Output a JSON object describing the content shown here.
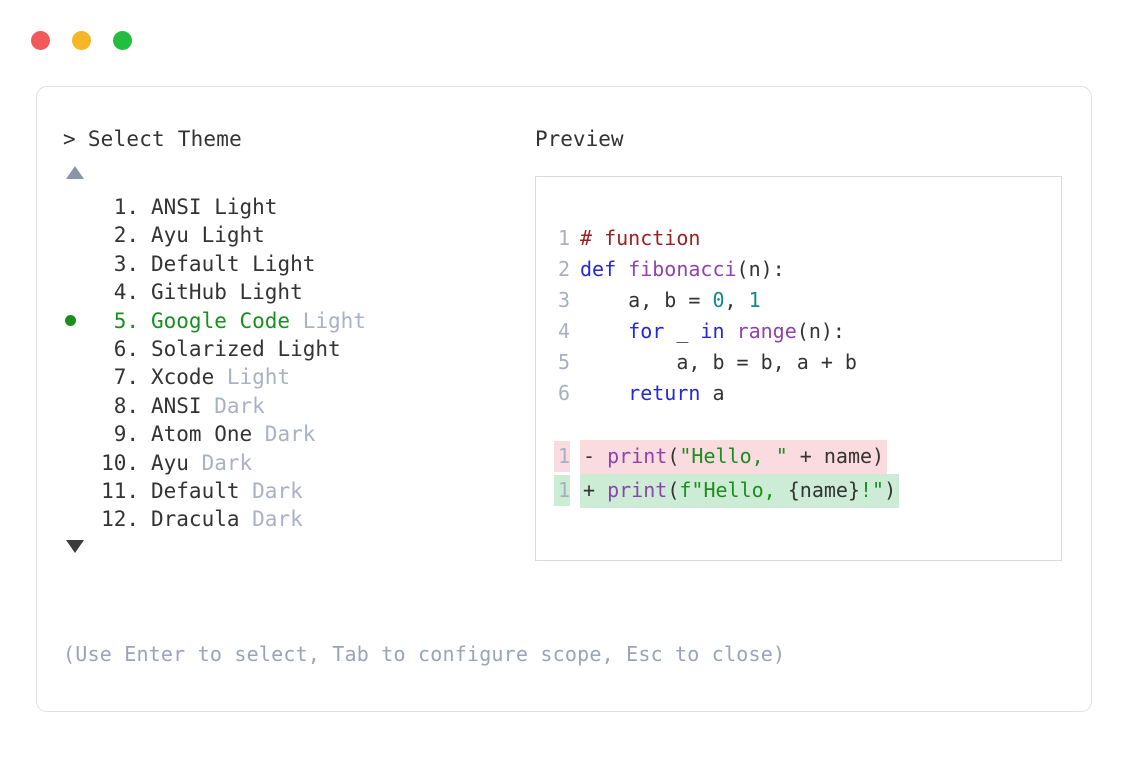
{
  "window": {
    "traffic_lights": [
      {
        "name": "close",
        "color": "#f2595b"
      },
      {
        "name": "minimize",
        "color": "#f6b724"
      },
      {
        "name": "maximize",
        "color": "#22bf3f"
      }
    ]
  },
  "selector": {
    "caret": ">",
    "title": "Select Theme",
    "scroll_up": "▲",
    "scroll_down": "▼",
    "selected_index": 5,
    "items": [
      {
        "number": "1.",
        "name": "ANSI",
        "variant": "Light",
        "variant_muted": false,
        "selected": false
      },
      {
        "number": "2.",
        "name": "Ayu",
        "variant": "Light",
        "variant_muted": false,
        "selected": false
      },
      {
        "number": "3.",
        "name": "Default",
        "variant": "Light",
        "variant_muted": false,
        "selected": false
      },
      {
        "number": "4.",
        "name": "GitHub",
        "variant": "Light",
        "variant_muted": false,
        "selected": false
      },
      {
        "number": "5.",
        "name": "Google Code",
        "variant": "Light",
        "variant_muted": true,
        "selected": true
      },
      {
        "number": "6.",
        "name": "Solarized",
        "variant": "Light",
        "variant_muted": false,
        "selected": false
      },
      {
        "number": "7.",
        "name": "Xcode",
        "variant": "Light",
        "variant_muted": true,
        "selected": false
      },
      {
        "number": "8.",
        "name": "ANSI",
        "variant": "Dark",
        "variant_muted": true,
        "selected": false
      },
      {
        "number": "9.",
        "name": "Atom One",
        "variant": "Dark",
        "variant_muted": true,
        "selected": false
      },
      {
        "number": "10.",
        "name": "Ayu",
        "variant": "Dark",
        "variant_muted": true,
        "selected": false
      },
      {
        "number": "11.",
        "name": "Default",
        "variant": "Dark",
        "variant_muted": true,
        "selected": false
      },
      {
        "number": "12.",
        "name": "Dracula",
        "variant": "Dark",
        "variant_muted": true,
        "selected": false
      }
    ],
    "hint": "(Use Enter to select, Tab to configure scope, Esc to close)"
  },
  "preview": {
    "label": "Preview",
    "code_lines": [
      {
        "ln": "1",
        "tokens": [
          {
            "t": "# function",
            "c": "cmt"
          }
        ]
      },
      {
        "ln": "2",
        "tokens": [
          {
            "t": "def ",
            "c": "kw"
          },
          {
            "t": "fibonacci",
            "c": "fn"
          },
          {
            "t": "(n):",
            "c": "plain"
          }
        ]
      },
      {
        "ln": "3",
        "tokens": [
          {
            "t": "    a, b = ",
            "c": "plain"
          },
          {
            "t": "0",
            "c": "num"
          },
          {
            "t": ", ",
            "c": "plain"
          },
          {
            "t": "1",
            "c": "num"
          }
        ]
      },
      {
        "ln": "4",
        "tokens": [
          {
            "t": "    ",
            "c": "plain"
          },
          {
            "t": "for",
            "c": "kw"
          },
          {
            "t": " _ ",
            "c": "plain"
          },
          {
            "t": "in",
            "c": "kw"
          },
          {
            "t": " ",
            "c": "plain"
          },
          {
            "t": "range",
            "c": "fn"
          },
          {
            "t": "(n):",
            "c": "plain"
          }
        ]
      },
      {
        "ln": "5",
        "tokens": [
          {
            "t": "        a, b = b, a + b",
            "c": "plain"
          }
        ]
      },
      {
        "ln": "6",
        "tokens": [
          {
            "t": "    ",
            "c": "plain"
          },
          {
            "t": "return",
            "c": "kw"
          },
          {
            "t": " a",
            "c": "plain"
          }
        ]
      }
    ],
    "diff_lines": [
      {
        "ln": "1",
        "kind": "del",
        "marker": "-",
        "tokens": [
          {
            "t": "print",
            "c": "fn"
          },
          {
            "t": "(",
            "c": "plain"
          },
          {
            "t": "\"Hello, \"",
            "c": "str"
          },
          {
            "t": " + name)",
            "c": "plain"
          }
        ]
      },
      {
        "ln": "1",
        "kind": "add",
        "marker": "+",
        "tokens": [
          {
            "t": "print",
            "c": "fn"
          },
          {
            "t": "(",
            "c": "plain"
          },
          {
            "t": "f\"Hello, ",
            "c": "str"
          },
          {
            "t": "{name}",
            "c": "plain"
          },
          {
            "t": "!\"",
            "c": "str"
          },
          {
            "t": ")",
            "c": "plain"
          }
        ]
      }
    ]
  },
  "colors": {
    "selected_green": "#1a8f1f",
    "muted_text": "#a9b1c2",
    "hint_text": "#9aa4b8",
    "line_number": "#a8b0c0",
    "keyword": "#2727d6",
    "function": "#8e44ad",
    "number": "#0e8a8a",
    "string": "#1a8f1f",
    "comment": "#9b1f1f",
    "diff_delete_bg": "#fadbdf",
    "diff_add_bg": "#ccecd6",
    "card_border": "#dcdfe6",
    "panel_border": "#d7dbe3"
  }
}
